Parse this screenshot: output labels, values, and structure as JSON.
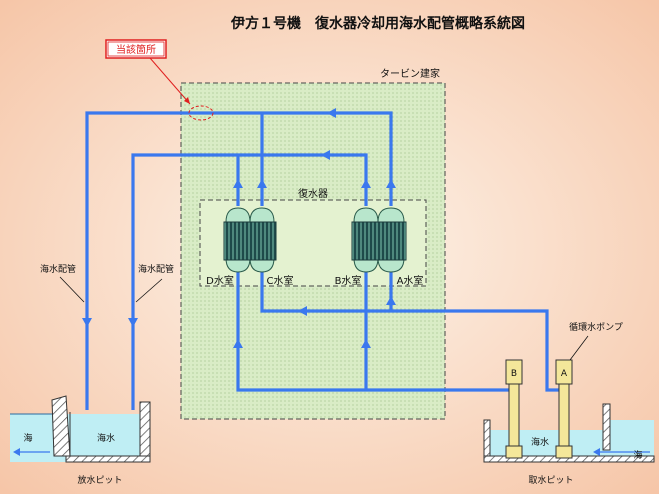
{
  "title": "伊方１号機　復水器冷却用海水配管概略系統図",
  "callout": "当該箇所",
  "labels": {
    "turbine_building": "タービン建家",
    "condenser": "復水器",
    "room_d": "D水室",
    "room_c": "C水室",
    "room_b": "B水室",
    "room_a": "A水室",
    "seawater_pipe_left": "海水配管",
    "seawater_pipe_right": "海水配管",
    "circ_pump": "循環水ポンプ",
    "pump_a": "A",
    "pump_b": "B",
    "discharge_sea": "海",
    "discharge_water": "海水",
    "discharge_pit": "放水ピット",
    "intake_water": "海水",
    "intake_sea": "海",
    "intake_pit": "取水ピット"
  },
  "colors": {
    "pipe": "#3a78ee",
    "building_fill": "#d8ecc4",
    "water": "#bfeef4",
    "callout": "#e02020",
    "bg_center": "#fdf3e8",
    "bg_edge": "#f5c2a4"
  }
}
